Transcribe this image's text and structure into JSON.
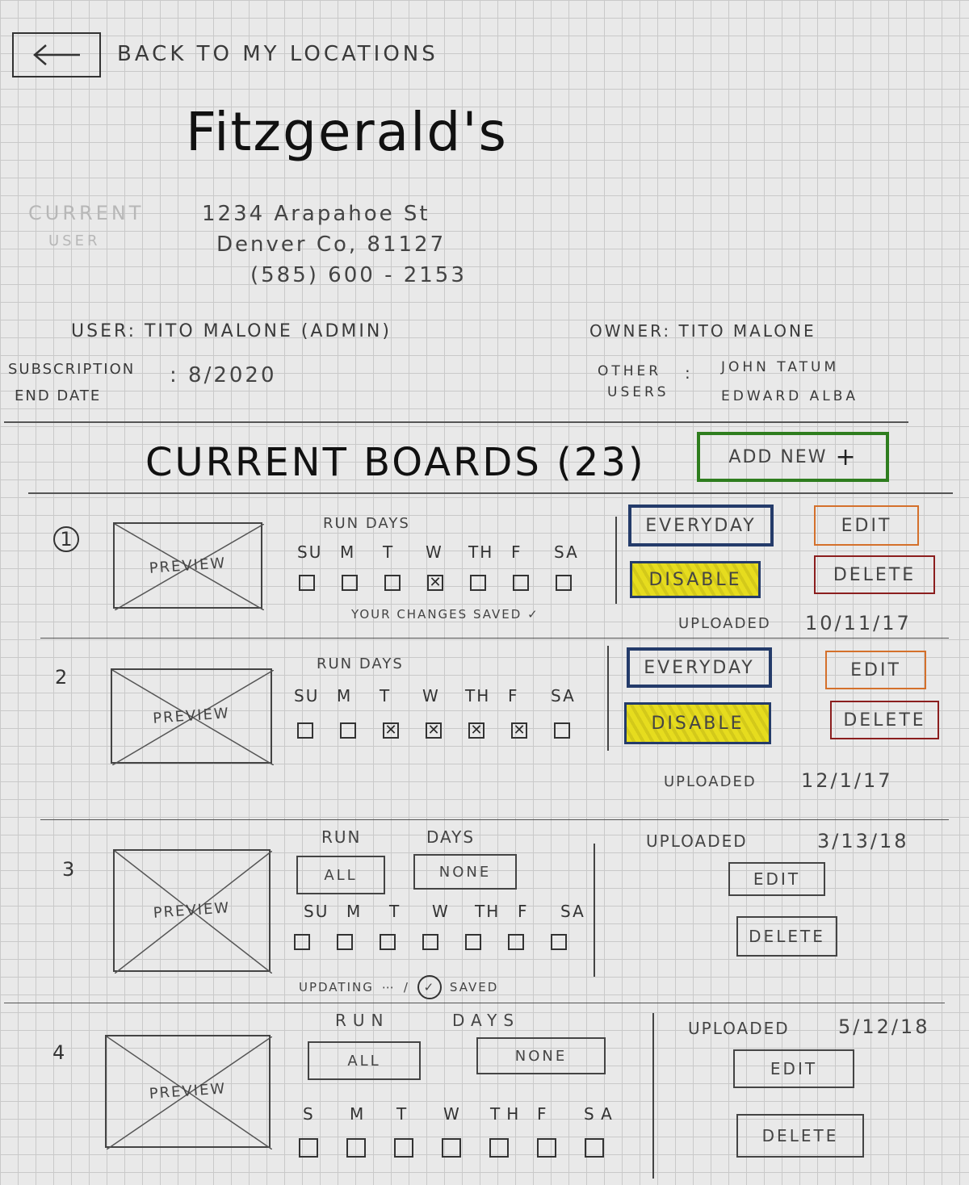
{
  "nav": {
    "back_label": "Back to my locations",
    "back_icon": "arrow-left-icon"
  },
  "location": {
    "name": "Fitzgerald's",
    "faint_label_1": "Current",
    "faint_label_2": "User",
    "address_line1": "1234 Arapahoe St",
    "address_line2": "Denver Co, 81127",
    "phone": "(585) 600 - 2153"
  },
  "account": {
    "user": "User: Tito Malone (Admin)",
    "subscription_label_1": "Subscription",
    "subscription_label_2": "End Date",
    "subscription_value": ": 8/2020",
    "owner": "Owner: Tito Malone",
    "other_users_label_1": "Other",
    "other_users_label_2": "Users",
    "other_users": [
      "John Tatum",
      "Edward Alba"
    ]
  },
  "boards_header": {
    "title": "Current Boards (23)",
    "add_label": "Add New",
    "add_icon": "plus-icon",
    "accent": "#2e7d1e"
  },
  "boards": [
    {
      "number": "1",
      "preview": "Preview",
      "run_days_label": "Run Days",
      "days": [
        "Su",
        "M",
        "T",
        "W",
        "Th",
        "F",
        "Sa"
      ],
      "checked": [
        false,
        false,
        false,
        true,
        false,
        false,
        false
      ],
      "status": "Your changes saved",
      "everyday": "Everyday",
      "disable": "Disable",
      "edit": "Edit",
      "delete": "Delete",
      "uploaded_label": "Uploaded",
      "uploaded_date": "10/11/17"
    },
    {
      "number": "2",
      "preview": "Preview",
      "run_days_label": "Run Days",
      "days": [
        "Su",
        "M",
        "T",
        "W",
        "Th",
        "F",
        "Sa"
      ],
      "checked": [
        false,
        false,
        true,
        true,
        true,
        true,
        false
      ],
      "everyday": "Everyday",
      "disable": "Disable",
      "edit": "Edit",
      "delete": "Delete",
      "uploaded_label": "Uploaded",
      "uploaded_date": "12/1/17"
    },
    {
      "number": "3",
      "preview": "Preview",
      "run_days_label_1": "Run",
      "run_days_label_2": "Days",
      "all": "All",
      "none": "None",
      "days": [
        "Su",
        "M",
        "T",
        "W",
        "Th",
        "F",
        "Sa"
      ],
      "checked": [
        false,
        false,
        false,
        false,
        false,
        false,
        false
      ],
      "status_updating": "Updating",
      "status_saved": "Saved",
      "uploaded_label": "Uploaded",
      "uploaded_date": "3/13/18",
      "edit": "Edit",
      "delete": "Delete"
    },
    {
      "number": "4",
      "preview": "Preview",
      "run_days_label_1": "Run",
      "run_days_label_2": "Days",
      "all": "All",
      "none": "None",
      "days": [
        "S",
        "M",
        "T",
        "W",
        "Th",
        "F",
        "Sa"
      ],
      "checked": [
        false,
        false,
        false,
        false,
        false,
        false,
        false
      ],
      "uploaded_label": "Uploaded",
      "uploaded_date": "5/12/18",
      "edit": "Edit",
      "delete": "Delete"
    }
  ],
  "colors": {
    "everyday_border": "#243b6a",
    "disable_fill": "#e6dc1e",
    "edit_border": "#d4702b",
    "delete_border": "#8b1e1e"
  }
}
